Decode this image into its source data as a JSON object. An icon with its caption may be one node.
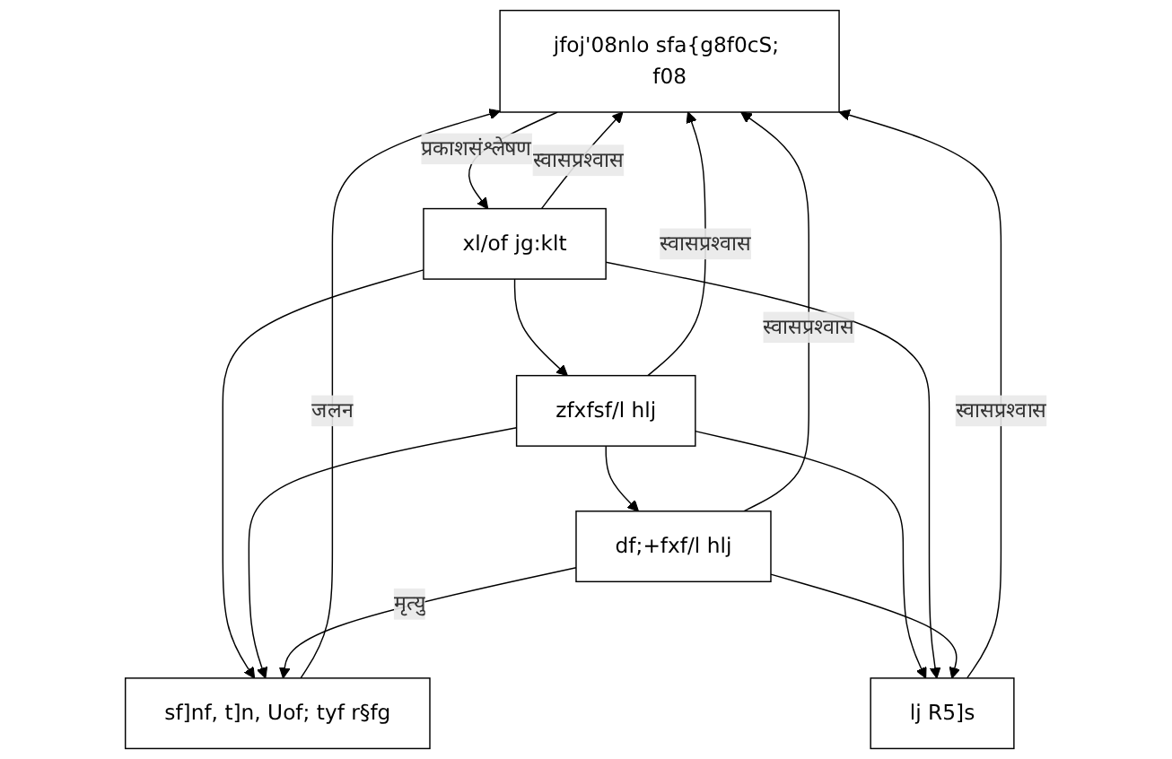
{
  "diagram": {
    "nodes": [
      {
        "text": [
          "jfoj'08nlo sfa{g8f0cS; f08"
        ]
      },
      {
        "text": [
          "sf]nf, t]n, Uof; tyf r§fg"
        ]
      },
      {
        "text": [
          "xl/of jg:klt"
        ]
      },
      {
        "text": [
          "zfxfsf/l hlj"
        ]
      },
      {
        "text": [
          "df;+fxf/l hlj"
        ]
      },
      {
        "text": [
          "lj R5]s"
        ]
      }
    ],
    "edges": [
      {
        "from": 0,
        "to": 2,
        "arrow": "to",
        "label": "प्रकाशसंश्लेषण"
      },
      {
        "from": 2,
        "to": 0,
        "arrow": "to",
        "label": "स्वासप्रश्वास"
      },
      {
        "from": 2,
        "to": 1,
        "arrow": "to"
      },
      {
        "from": 1,
        "to": 0,
        "arrow": "to",
        "label": "जलन"
      },
      {
        "from": 2,
        "to": 3,
        "arrow": "to"
      },
      {
        "from": 3,
        "to": 1,
        "arrow": "to"
      },
      {
        "from": 3,
        "to": 0,
        "arrow": "to",
        "label": "स्वासप्रश्वास"
      },
      {
        "from": 3,
        "to": 4,
        "arrow": "to"
      },
      {
        "from": 3,
        "to": 5,
        "arrow": "to"
      },
      {
        "from": 4,
        "to": 1,
        "arrow": "to",
        "label": "मृत्यु"
      },
      {
        "from": 4,
        "to": 0,
        "arrow": "to",
        "label": "स्वासप्रश्वास"
      },
      {
        "from": 5,
        "to": 0,
        "arrow": "to",
        "label": "स्वासप्रश्वास"
      },
      {
        "from": 2,
        "to": 5,
        "arrow": "to"
      },
      {
        "from": 4,
        "to": 5,
        "arrow": "to"
      }
    ]
  }
}
